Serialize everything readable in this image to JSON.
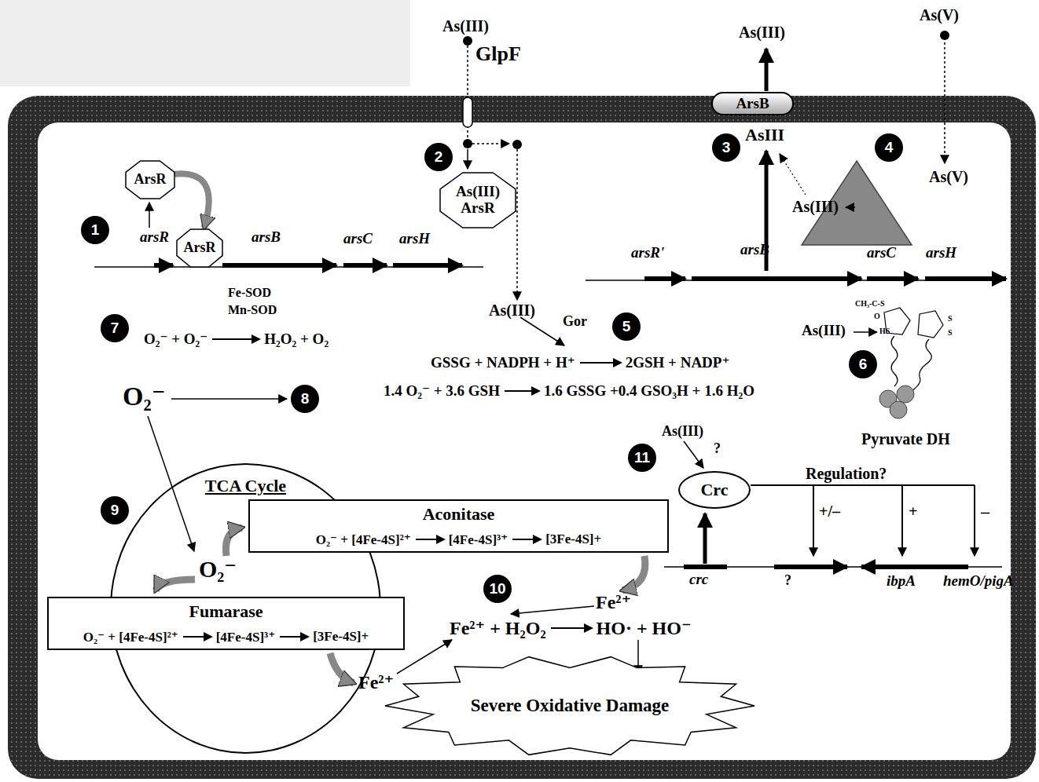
{
  "diagram": {
    "nodes": [
      {
        "text": [
          "ArsR"
        ]
      },
      {
        "text": [
          "ArsR"
        ]
      },
      {
        "text": [
          "As(III) ArsR"
        ]
      },
      {
        "text": [
          "ArsB"
        ]
      },
      {
        "text": [
          "TCA Cycle"
        ]
      },
      {
        "text": [
          "Aconitase",
          "O₂⁻ + [4Fe-4S]²⁺",
          "[4Fe-4S]³⁺",
          "[3Fe-4S]+"
        ]
      },
      {
        "text": [
          "Fumarase",
          "O₂⁻ + [4Fe-4S]²⁺",
          "[4Fe-4S]³⁺",
          "[3Fe-4S]+"
        ]
      },
      {
        "text": [
          "Crc"
        ]
      },
      {
        "text": [
          "Severe Oxidative Damage"
        ]
      }
    ],
    "edges": [
      {
        "from": 0,
        "to": 1,
        "arrow": "to"
      }
    ],
    "labels": [
      "As(III)",
      "GlpF",
      "As(III)",
      "As(V)",
      "1",
      "arsR",
      "arsB",
      "arsC",
      "arsH",
      "2",
      "3",
      "AsIII",
      "4",
      "As(V)",
      "As(III)",
      "arsR'",
      "arsB",
      "arsC",
      "arsH",
      "Fe-SOD",
      "Mn-SOD",
      "7",
      "O₂⁻ + O₂⁻",
      "H₂O₂ + O₂",
      "As(III)",
      "Gor",
      "5",
      "GSSG + NADPH + H⁺",
      "2GSH + NADP⁺",
      "1.4 O₂⁻ + 3.6 GSH",
      "1.6 GSSG +0.4 GSO₃H + 1.6 H₂O",
      "As(III)",
      "CH₃-C-S",
      "O",
      "HS",
      "S",
      "S",
      "6",
      "Pyruvate DH",
      "O₂⁻",
      "8",
      "9",
      "O₂⁻",
      "10",
      "Fe²⁺",
      "Fe²⁺ + H₂O₂",
      "HO· + HO⁻",
      "Fe²⁺",
      "As(III)",
      "?",
      "11",
      "Regulation?",
      "+/–",
      "+",
      "–",
      "crc",
      "?",
      "ibpA",
      "hemO/pigA"
    ]
  }
}
